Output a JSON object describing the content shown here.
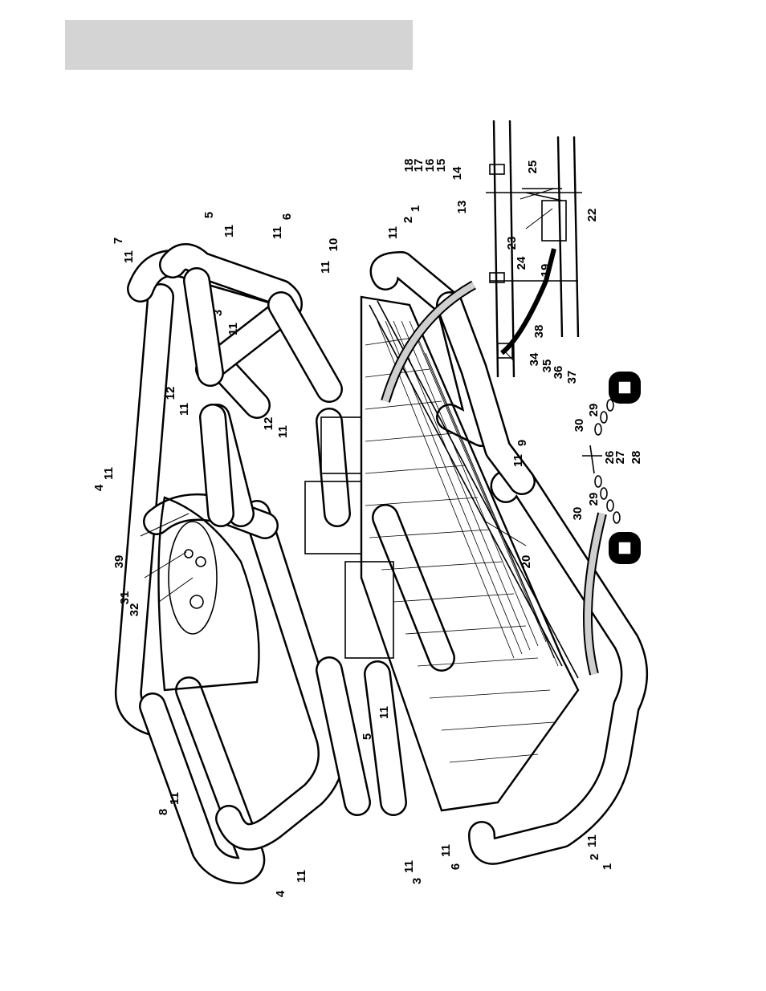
{
  "callouts": [
    {
      "id": "c1-front",
      "text": "1"
    },
    {
      "id": "c2-front",
      "text": "2"
    },
    {
      "id": "c11-front",
      "text": "11"
    },
    {
      "id": "c3-front",
      "text": "3"
    },
    {
      "id": "c11-f2",
      "text": "11"
    },
    {
      "id": "c6-front",
      "text": "6"
    },
    {
      "id": "c11-f3",
      "text": "11"
    },
    {
      "id": "c4-front",
      "text": "4"
    },
    {
      "id": "c11-f4",
      "text": "11"
    },
    {
      "id": "c8",
      "text": "8"
    },
    {
      "id": "c11-f5",
      "text": "11"
    },
    {
      "id": "c5-mid",
      "text": "5"
    },
    {
      "id": "c11-m1",
      "text": "11"
    },
    {
      "id": "c32",
      "text": "32"
    },
    {
      "id": "c31",
      "text": "31"
    },
    {
      "id": "c39",
      "text": "39"
    },
    {
      "id": "c4-rear",
      "text": "4"
    },
    {
      "id": "c11-r1",
      "text": "11"
    },
    {
      "id": "c12-a",
      "text": "12"
    },
    {
      "id": "c11-r2",
      "text": "11"
    },
    {
      "id": "c12-b",
      "text": "12"
    },
    {
      "id": "c11-r3",
      "text": "11"
    },
    {
      "id": "c9",
      "text": "9"
    },
    {
      "id": "c11-r4",
      "text": "11"
    },
    {
      "id": "c20",
      "text": "20"
    },
    {
      "id": "c3-rear",
      "text": "3"
    },
    {
      "id": "c11-r5",
      "text": "11"
    },
    {
      "id": "c7",
      "text": "7"
    },
    {
      "id": "c11-r6",
      "text": "11"
    },
    {
      "id": "c5-rear",
      "text": "5"
    },
    {
      "id": "c11-r7",
      "text": "11"
    },
    {
      "id": "c6-rear",
      "text": "6"
    },
    {
      "id": "c11-r8",
      "text": "11"
    },
    {
      "id": "c10",
      "text": "10"
    },
    {
      "id": "c11-r9",
      "text": "11"
    },
    {
      "id": "c2-rear",
      "text": "2"
    },
    {
      "id": "c1-rear",
      "text": "1"
    },
    {
      "id": "c11-r10",
      "text": "11"
    },
    {
      "id": "c18",
      "text": "18"
    },
    {
      "id": "c17",
      "text": "17"
    },
    {
      "id": "c16",
      "text": "16"
    },
    {
      "id": "c15",
      "text": "15"
    },
    {
      "id": "c14",
      "text": "14"
    },
    {
      "id": "c25",
      "text": "25"
    },
    {
      "id": "c13",
      "text": "13"
    },
    {
      "id": "c22",
      "text": "22"
    },
    {
      "id": "c24",
      "text": "24"
    },
    {
      "id": "c23",
      "text": "23"
    },
    {
      "id": "c19",
      "text": "19"
    },
    {
      "id": "c38",
      "text": "38"
    },
    {
      "id": "c34",
      "text": "34"
    },
    {
      "id": "c35",
      "text": "35"
    },
    {
      "id": "c36",
      "text": "36"
    },
    {
      "id": "c37",
      "text": "37"
    },
    {
      "id": "c30-a",
      "text": "30"
    },
    {
      "id": "c29-a",
      "text": "29"
    },
    {
      "id": "c26",
      "text": "26"
    },
    {
      "id": "c27",
      "text": "27"
    },
    {
      "id": "c28",
      "text": "28"
    },
    {
      "id": "c30-b",
      "text": "30"
    },
    {
      "id": "c29-b",
      "text": "29"
    }
  ]
}
